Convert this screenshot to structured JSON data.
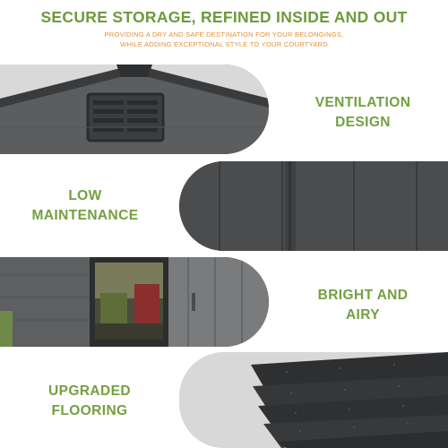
{
  "header": {
    "title": "SECURE STORAGE, REFINED INSIDE AND OUT",
    "subtitle_line1": "PROVIDING A DRY AND SAFE DESTINATION FOR YOUR BELONGINGS,",
    "subtitle_line2": "WHILE ADDING EXCEPTIONAL STYLE TO YOUR COURTYARD"
  },
  "features": [
    {
      "line1": "VENTILATION",
      "line2": "DESIGN",
      "image": "shed-roof-vent"
    },
    {
      "line1": "LOW",
      "line2": "MAINTENANCE",
      "image": "wall-panel-texture"
    },
    {
      "line1": "BRIGHT AND",
      "line2": "AIRY",
      "image": "shed-window"
    },
    {
      "line1": "UPGRADED",
      "line2": "FLOORING",
      "image": "floor-panels"
    }
  ],
  "colors": {
    "title": "#6e9a3c",
    "subtitle": "#e0913a",
    "label": "#73a040",
    "panel": "#4a4b4d"
  }
}
